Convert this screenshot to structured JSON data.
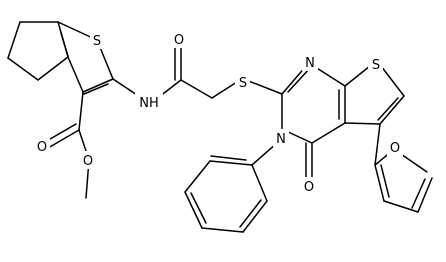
{
  "molecule": {
    "labels": {
      "s1": "S",
      "s2": "S",
      "s3": "S",
      "o1": "O",
      "o2": "O",
      "o3": "O",
      "o4": "O",
      "o5": "O",
      "nh": "NH",
      "n1": "N",
      "n2": "N"
    }
  }
}
